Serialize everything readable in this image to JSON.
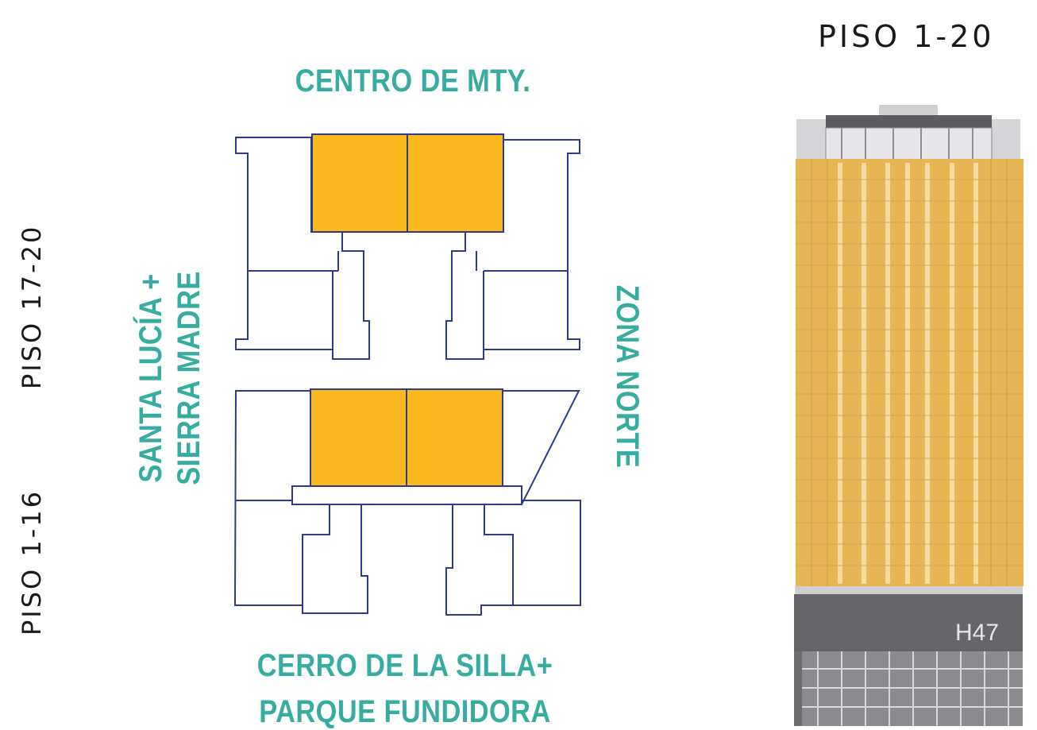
{
  "colors": {
    "accent_teal": "#36ada0",
    "unit_highlight": "#fbb81f",
    "outline_blue": "#2e3a8c",
    "tower_overlay": "#e8b555",
    "tower_grey": "#6e6e70"
  },
  "floor_range_title": "PISO 1-20",
  "compass": {
    "top": "CENTRO DE MTY.",
    "left_line1": "SANTA LUCÍA +",
    "left_line2": "SIERRA MADRE",
    "right": "ZONA NORTE",
    "bottom_line1": "CERRO DE LA SILLA+",
    "bottom_line2": "PARQUE FUNDIDORA"
  },
  "side_labels": {
    "upper_plan": "PISO 17-20",
    "lower_plan": "PISO 1-16"
  },
  "tower": {
    "building_label": "H47"
  }
}
